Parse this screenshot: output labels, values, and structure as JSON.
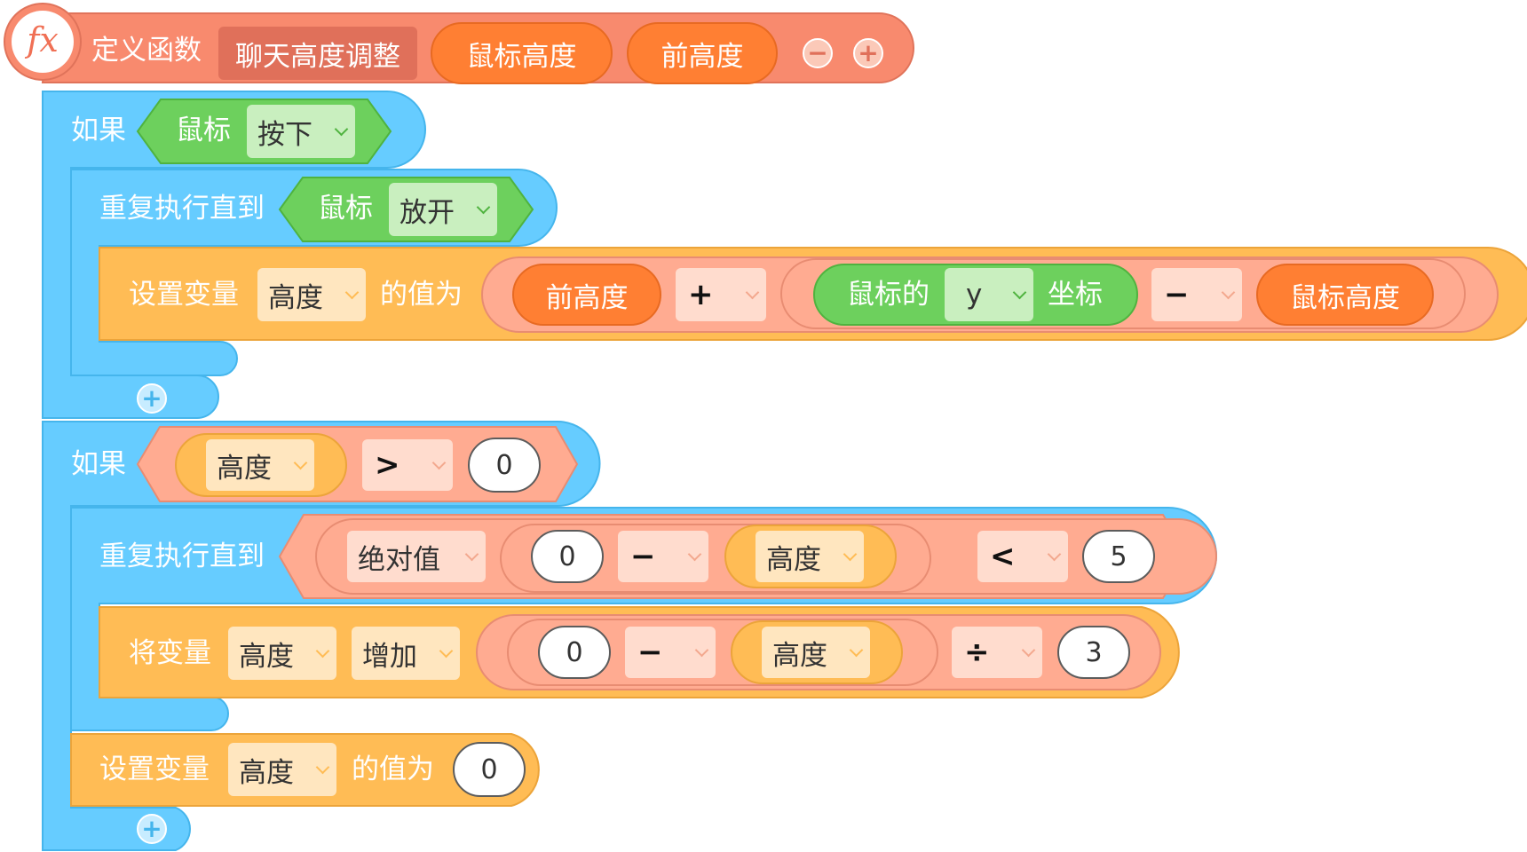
{
  "func_def": {
    "label": "定义函数",
    "name": "聊天高度调整",
    "params": [
      "鼠标高度",
      "前高度"
    ],
    "minus": "−",
    "plus": "+"
  },
  "colors": {
    "func": "#f88a6e",
    "control": "#66ccff",
    "variable": "#ffbc55",
    "operator": "#ffab91",
    "sensing": "#6dd05d",
    "param": "#ff7f33"
  },
  "if1": {
    "label": "如果",
    "cond": {
      "device": "鼠标",
      "state": "按下"
    },
    "repeat_label": "重复执行直到",
    "repeat_cond": {
      "device": "鼠标",
      "state": "放开"
    },
    "set": {
      "label": "设置变量",
      "var": "高度",
      "value_label": "的值为",
      "expr": {
        "a": "前高度",
        "op1": "+",
        "b_prefix": "鼠标的",
        "b_axis": "y",
        "b_suffix": "坐标",
        "op2": "−",
        "c": "鼠标高度"
      }
    },
    "add_plus": "+"
  },
  "if2": {
    "label": "如果",
    "cond": {
      "var": "高度",
      "op": ">",
      "value": "0"
    },
    "repeat_label": "重复执行直到",
    "repeat_cond": {
      "func": "绝对值",
      "a": "0",
      "op": "−",
      "var": "高度",
      "cmp": "<",
      "value": "5"
    },
    "change": {
      "label": "将变量",
      "var": "高度",
      "action": "增加",
      "a": "0",
      "op1": "−",
      "var2": "高度",
      "op2": "÷",
      "divisor": "3"
    },
    "set": {
      "label": "设置变量",
      "var": "高度",
      "value_label": "的值为",
      "value": "0"
    },
    "add_plus": "+"
  }
}
